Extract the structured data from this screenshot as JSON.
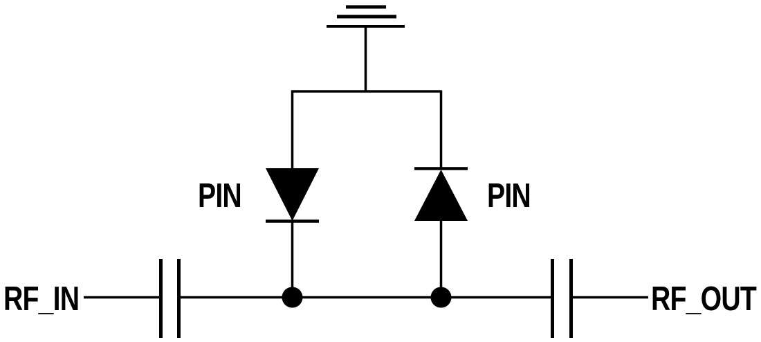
{
  "diagram": {
    "type": "circuit-schematic",
    "description": "Shunt PIN diode RF switch: two anti-parallel PIN diodes to ground between DC-blocking series capacitors",
    "labels": {
      "rf_in": "RF_IN",
      "rf_out": "RF_OUT",
      "pin_left": "PIN",
      "pin_right": "PIN"
    },
    "icons": {
      "ground": "ground-symbol",
      "diode_left": "pin-diode-cathode-down",
      "diode_right": "pin-diode-cathode-up",
      "capacitor_left": "series-capacitor",
      "capacitor_right": "series-capacitor",
      "junction": "connection-dot"
    },
    "colors": {
      "line": "#000000",
      "background": "#ffffff"
    }
  }
}
